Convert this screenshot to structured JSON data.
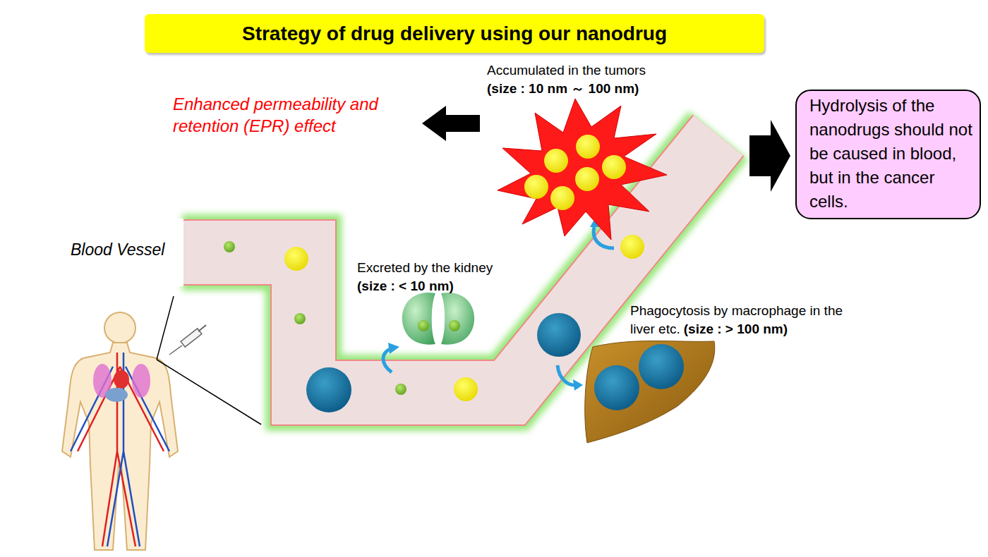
{
  "diagram": {
    "title": "Strategy of drug delivery using our nanodrug",
    "nodes": [
      {
        "text": [
          "Hydrolysis of the nanodrugs should not be caused in blood, but in the cancer cells."
        ]
      }
    ],
    "labels": [
      "Accumulated in the tumors",
      "(size : 10 nm ～ 100 nm)",
      "Enhanced permeability and retention (EPR) effect",
      "Blood Vessel",
      "Excreted by the kidney",
      "(size : < 10 nm)",
      "Phagocytosis by macrophage in the liver etc.",
      "(size : > 100 nm)"
    ]
  }
}
